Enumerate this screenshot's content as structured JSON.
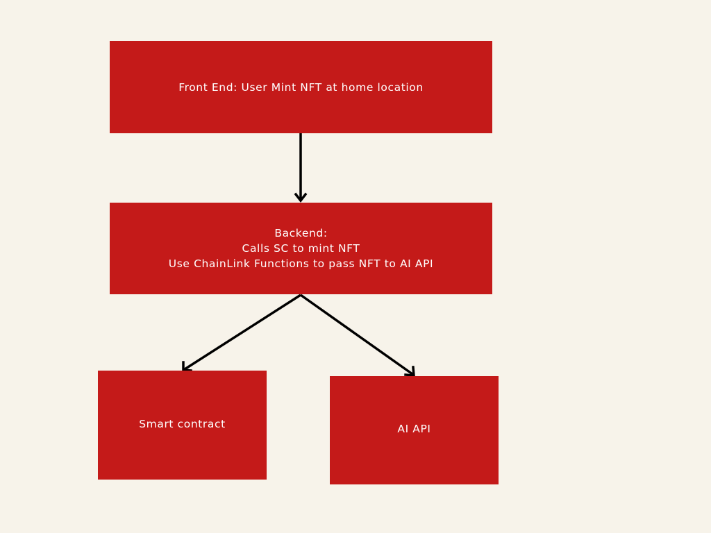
{
  "diagram": {
    "nodes": {
      "frontend": {
        "lines": [
          "Front End: User Mint NFT at home location"
        ]
      },
      "backend": {
        "lines": [
          "Backend:",
          "Calls SC to mint NFT",
          "Use ChainLink Functions to pass NFT to AI API"
        ]
      },
      "smart_contract": {
        "lines": [
          "Smart contract"
        ]
      },
      "ai_api": {
        "lines": [
          "AI API"
        ]
      }
    },
    "edges": [
      {
        "from": "frontend",
        "to": "backend"
      },
      {
        "from": "backend",
        "to": "smart_contract"
      },
      {
        "from": "backend",
        "to": "ai_api"
      }
    ],
    "colors": {
      "background": "#f7f3ea",
      "node_fill": "#c41a19",
      "node_text": "#ffffff",
      "arrow": "#000000"
    }
  }
}
